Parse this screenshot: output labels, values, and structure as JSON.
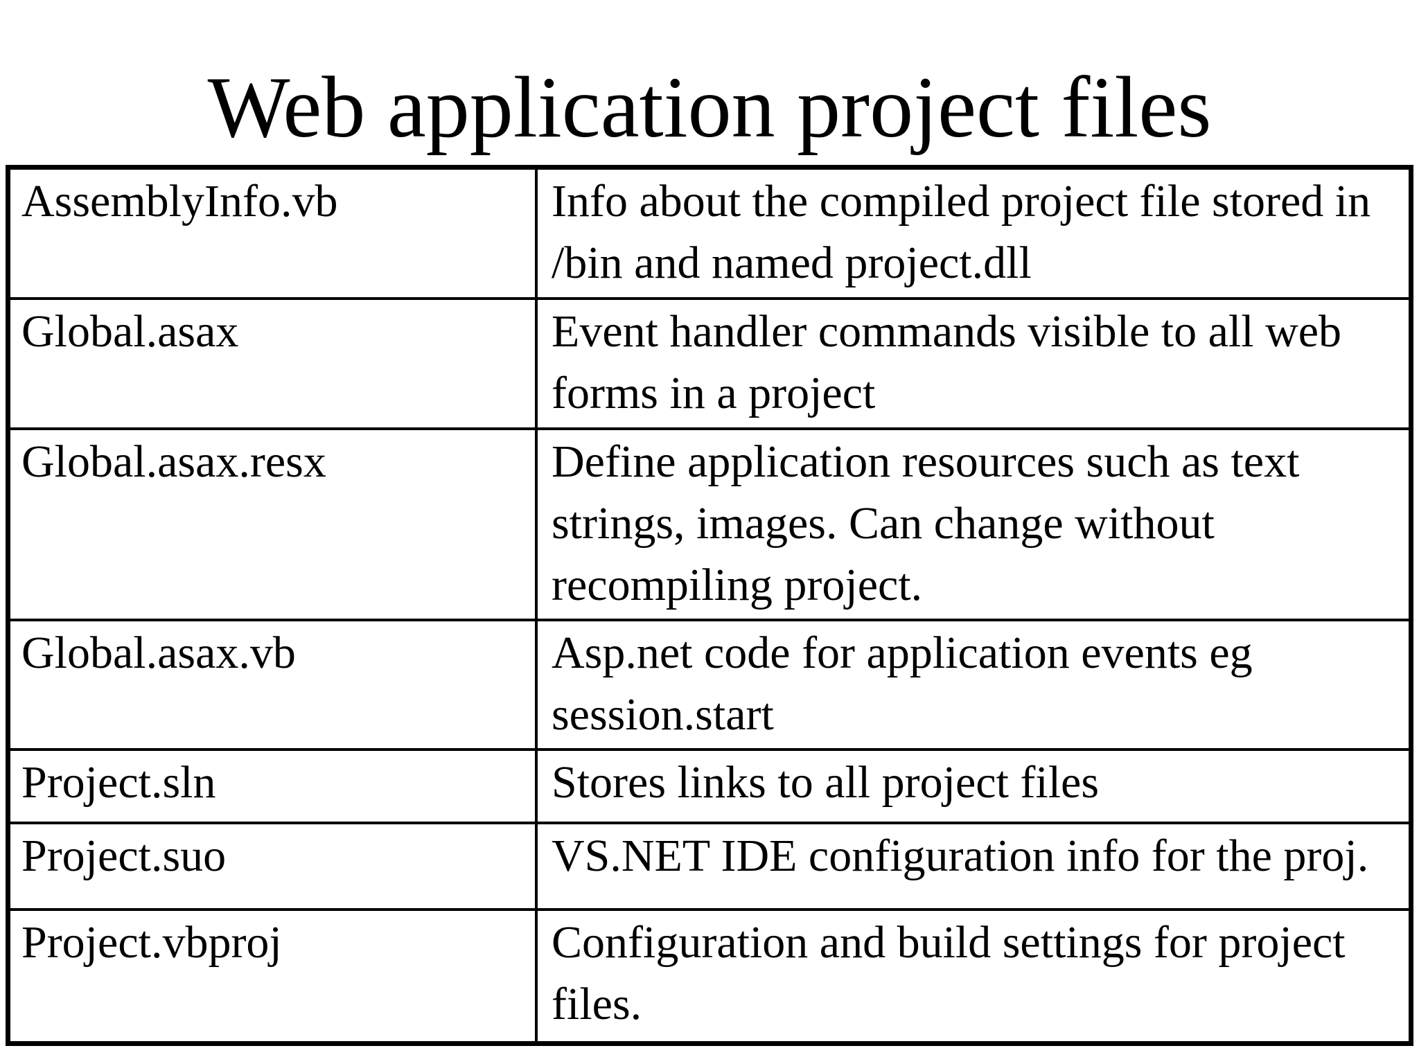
{
  "slide": {
    "title": "Web application project files"
  },
  "colors": {
    "background": "#ffffff",
    "text": "#000000",
    "border": "#000000"
  },
  "table": {
    "rows": [
      {
        "file": "AssemblyInfo.vb",
        "desc": "Info about the compiled project file stored in\n/bin and named project.dll"
      },
      {
        "file": "Global.asax",
        "desc": "Event handler commands visible to all web\nforms in a project"
      },
      {
        "file": "Global.asax.resx",
        "desc": "Define application resources such as text\nstrings, images. Can change without\nrecompiling project."
      },
      {
        "file": "Global.asax.vb",
        "desc": "Asp.net code for application events eg\nsession.start"
      },
      {
        "file": "Project.sln",
        "desc": "Stores links to all project files"
      },
      {
        "file": "Project.suo",
        "desc": "VS.NET IDE configuration info for the proj."
      },
      {
        "file": "Project.vbproj",
        "desc": "Configuration and build settings for project\nfiles."
      }
    ]
  }
}
